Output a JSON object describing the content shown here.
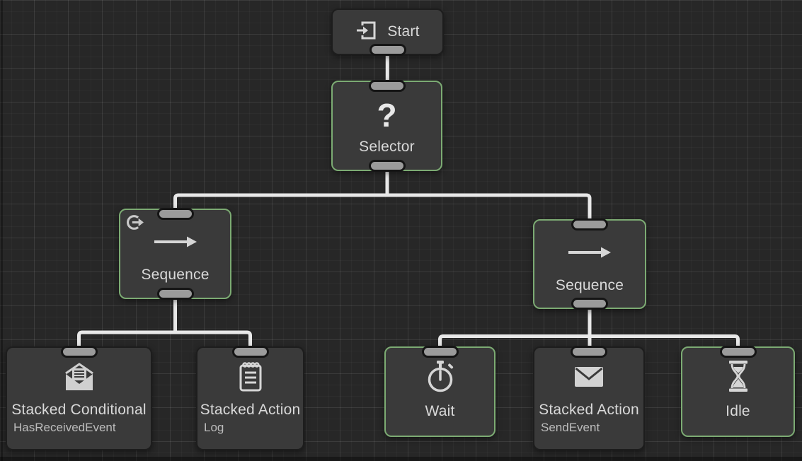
{
  "app": {
    "view_name": "behavior-tree-graph",
    "colors": {
      "background": "#272727",
      "node_fill": "#3a3a3a",
      "node_border": "#1d1d1d",
      "active_border_green": "#7cab73",
      "edge_white": "#e8e8e8",
      "port_gray": "#9b9b9b",
      "title_text": "#d9d9d9",
      "subtitle_text": "#bcbcbc"
    }
  },
  "nodes": {
    "start": {
      "title": "Start",
      "icon": "enter-icon",
      "active": false,
      "ports": [
        "output"
      ]
    },
    "selector": {
      "title": "Selector",
      "icon": "question-mark-icon",
      "icon_glyph": "?",
      "active": true,
      "ports": [
        "input",
        "output"
      ]
    },
    "sequence_left": {
      "title": "Sequence",
      "icon": "arrow-right-icon",
      "badge_icon": "repeat-icon",
      "active": true,
      "ports": [
        "input",
        "output"
      ]
    },
    "sequence_right": {
      "title": "Sequence",
      "icon": "arrow-right-icon",
      "active": true,
      "ports": [
        "input",
        "output"
      ]
    },
    "stacked_conditional": {
      "title": "Stacked Conditional",
      "subtitle": "HasReceivedEvent",
      "icon": "mail-open-icon",
      "active": false,
      "ports": [
        "input"
      ]
    },
    "stacked_action_log": {
      "title": "Stacked Action",
      "subtitle": "Log",
      "icon": "notepad-icon",
      "active": false,
      "ports": [
        "input"
      ]
    },
    "wait": {
      "title": "Wait",
      "icon": "stopwatch-icon",
      "active": true,
      "ports": [
        "input"
      ]
    },
    "stacked_action_send": {
      "title": "Stacked Action",
      "subtitle": "SendEvent",
      "icon": "mail-closed-icon",
      "active": false,
      "ports": [
        "input"
      ]
    },
    "idle": {
      "title": "Idle",
      "icon": "hourglass-icon",
      "active": true,
      "ports": [
        "input"
      ]
    }
  },
  "edges": [
    {
      "from": "start",
      "to": "selector"
    },
    {
      "from": "selector",
      "to": "sequence_left"
    },
    {
      "from": "selector",
      "to": "sequence_right"
    },
    {
      "from": "sequence_left",
      "to": "stacked_conditional"
    },
    {
      "from": "sequence_left",
      "to": "stacked_action_log"
    },
    {
      "from": "sequence_right",
      "to": "wait"
    },
    {
      "from": "sequence_right",
      "to": "stacked_action_send"
    },
    {
      "from": "sequence_right",
      "to": "idle"
    }
  ]
}
